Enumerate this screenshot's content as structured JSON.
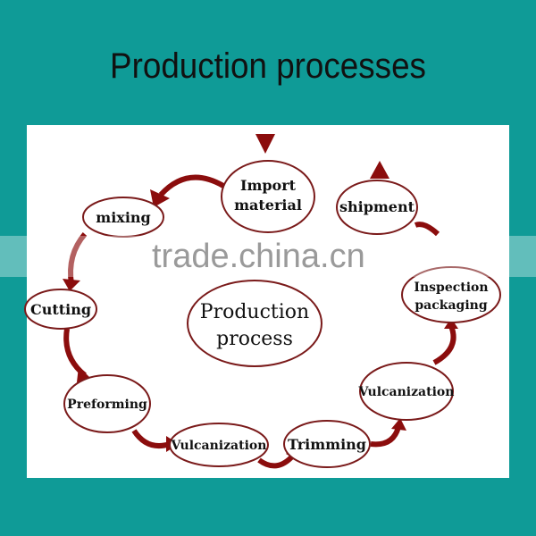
{
  "title": "Production processes",
  "center": {
    "line1": "Production",
    "line2": "process"
  },
  "steps": {
    "import": {
      "line1": "Import",
      "line2": "material"
    },
    "mixing": "mixing",
    "cutting": "Cutting",
    "preforming": "Preforming",
    "vulcanization1": "Vulcanization",
    "trimming": "Trimming",
    "vulcanization2": "Vulcanization",
    "inspection": {
      "line1": "Inspection",
      "line2": "packaging"
    },
    "shipment": "shipment"
  },
  "watermark": "trade.china.cn",
  "colors": {
    "background": "#0f9b97",
    "arrow": "#8b0d0d",
    "node_border": "#7a1a1a"
  }
}
